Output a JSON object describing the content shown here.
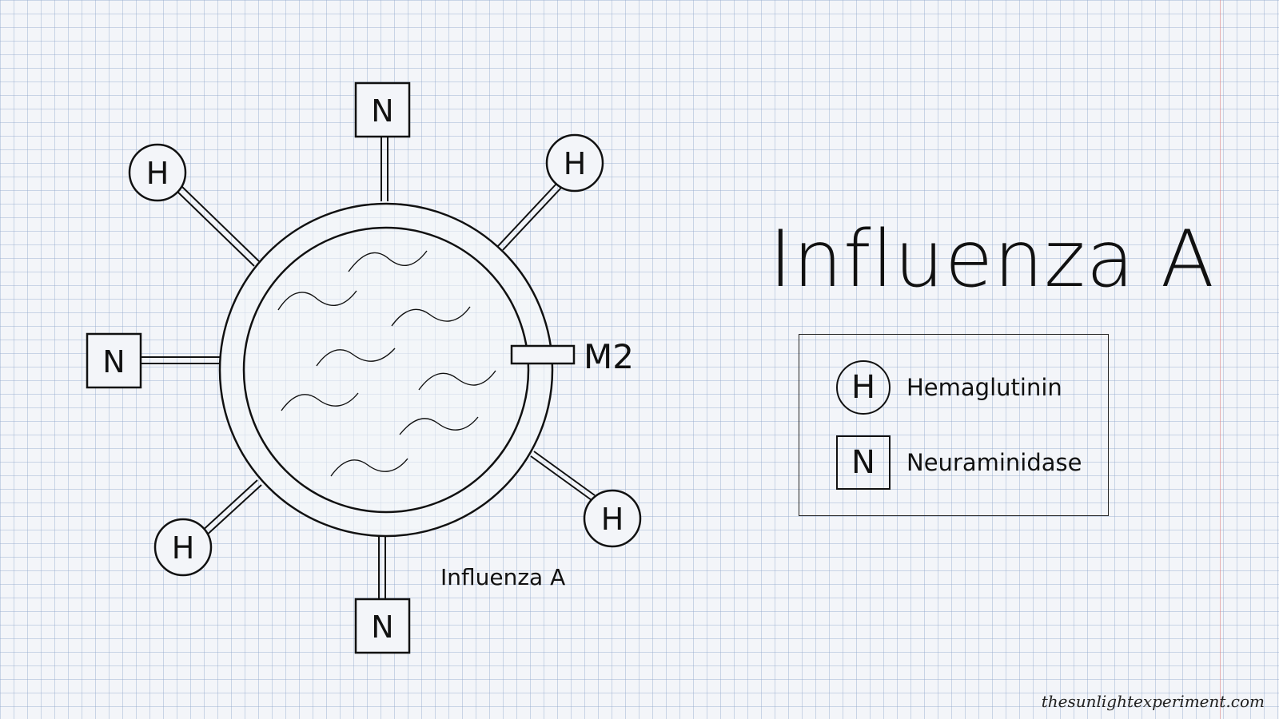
{
  "title": "Influenza A",
  "diagram": {
    "caption": "Influenza A",
    "m2_label": "M2",
    "h_letter": "H",
    "n_letter": "N"
  },
  "legend": {
    "hemagglutinin_symbol": "H",
    "hemagglutinin_label": "Hemaglutinin",
    "neuraminidase_symbol": "N",
    "neuraminidase_label": "Neuraminidase"
  },
  "watermark": "thesunlightexperiment.com"
}
